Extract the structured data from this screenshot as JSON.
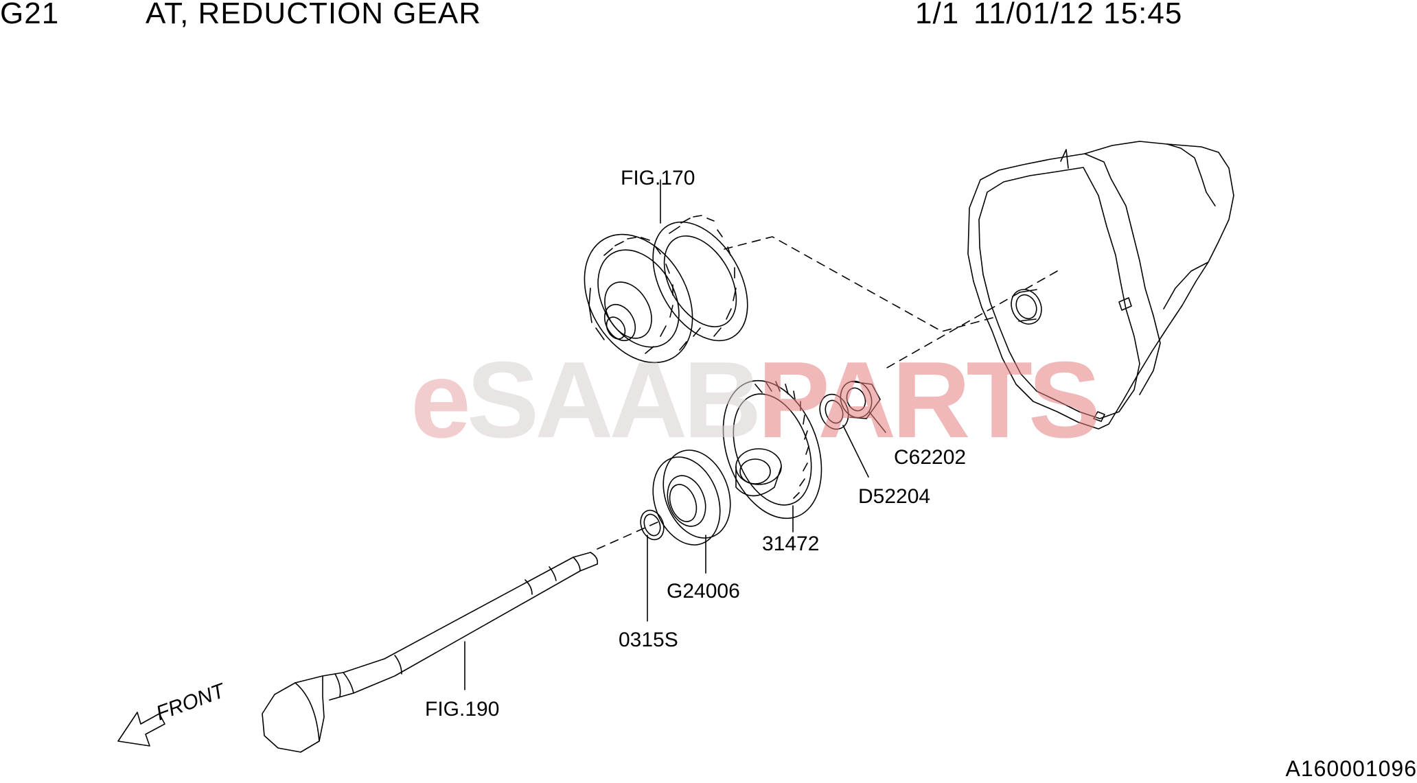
{
  "header": {
    "code": "G21",
    "title": "AT, REDUCTION GEAR",
    "page": "1/1",
    "datetime": "11/01/12 15:45"
  },
  "watermark": {
    "part1": "e",
    "part2": "SAAB",
    "part3": "PARTS",
    "colors": {
      "e": "#e9a6a6",
      "saab": "#d9d0d0",
      "parts": "#e57f7f"
    }
  },
  "callouts": {
    "fig170": "FIG.170",
    "c62202": "C62202",
    "d52204": "D52204",
    "p31472": "31472",
    "g24006": "G24006",
    "p0315s": "0315S",
    "fig190": "FIG.190"
  },
  "direction": {
    "label": "FRONT"
  },
  "reference_id": "A160001096"
}
